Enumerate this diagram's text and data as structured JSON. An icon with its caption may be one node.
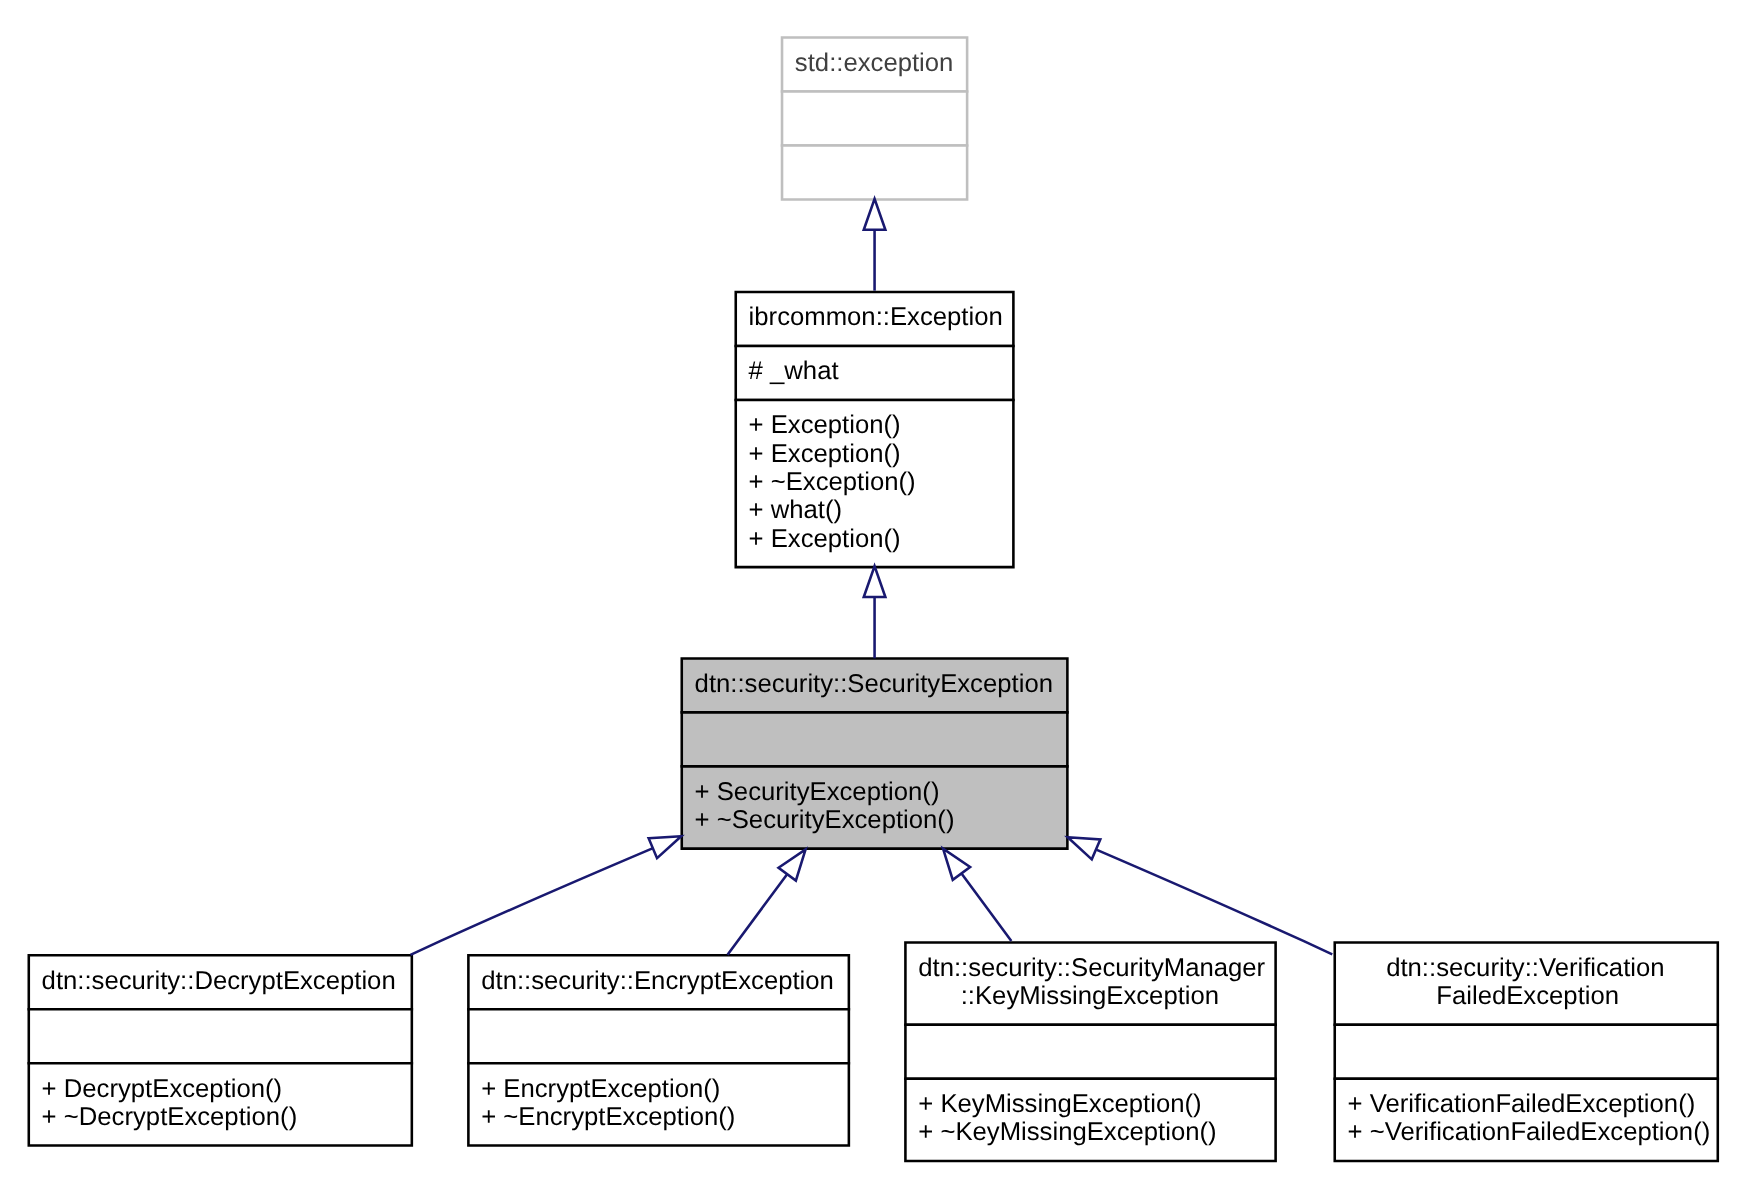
{
  "diagram": {
    "nodes": [
      {
        "text": [
          "std::exception"
        ]
      },
      {
        "text": [
          "ibrcommon::Exception",
          "# _what",
          "+ Exception()",
          "+ Exception()",
          "+ ~Exception()",
          "+ what()",
          "+ Exception()"
        ]
      },
      {
        "text": [
          "dtn::security::SecurityException",
          "+ SecurityException()",
          "+ ~SecurityException()"
        ]
      },
      {
        "text": [
          "dtn::security::DecryptException",
          "+ DecryptException()",
          "+ ~DecryptException()"
        ]
      },
      {
        "text": [
          "dtn::security::EncryptException",
          "+ EncryptException()",
          "+ ~EncryptException()"
        ]
      },
      {
        "text": [
          "dtn::security::SecurityManager ::KeyMissingException",
          "+ KeyMissingException()",
          "+ ~KeyMissingException()"
        ]
      },
      {
        "text": [
          "dtn::security::Verification FailedException",
          "+ VerificationFailedException()",
          "+ ~VerificationFailedException()"
        ]
      }
    ],
    "edges": [
      {
        "from": 1,
        "to": 0,
        "arrow": "to"
      },
      {
        "from": 2,
        "to": 1,
        "arrow": "to"
      },
      {
        "from": 3,
        "to": 2,
        "arrow": "to"
      },
      {
        "from": 4,
        "to": 2,
        "arrow": "to"
      },
      {
        "from": 5,
        "to": 2,
        "arrow": "to"
      },
      {
        "from": 6,
        "to": 2,
        "arrow": "to"
      }
    ]
  }
}
